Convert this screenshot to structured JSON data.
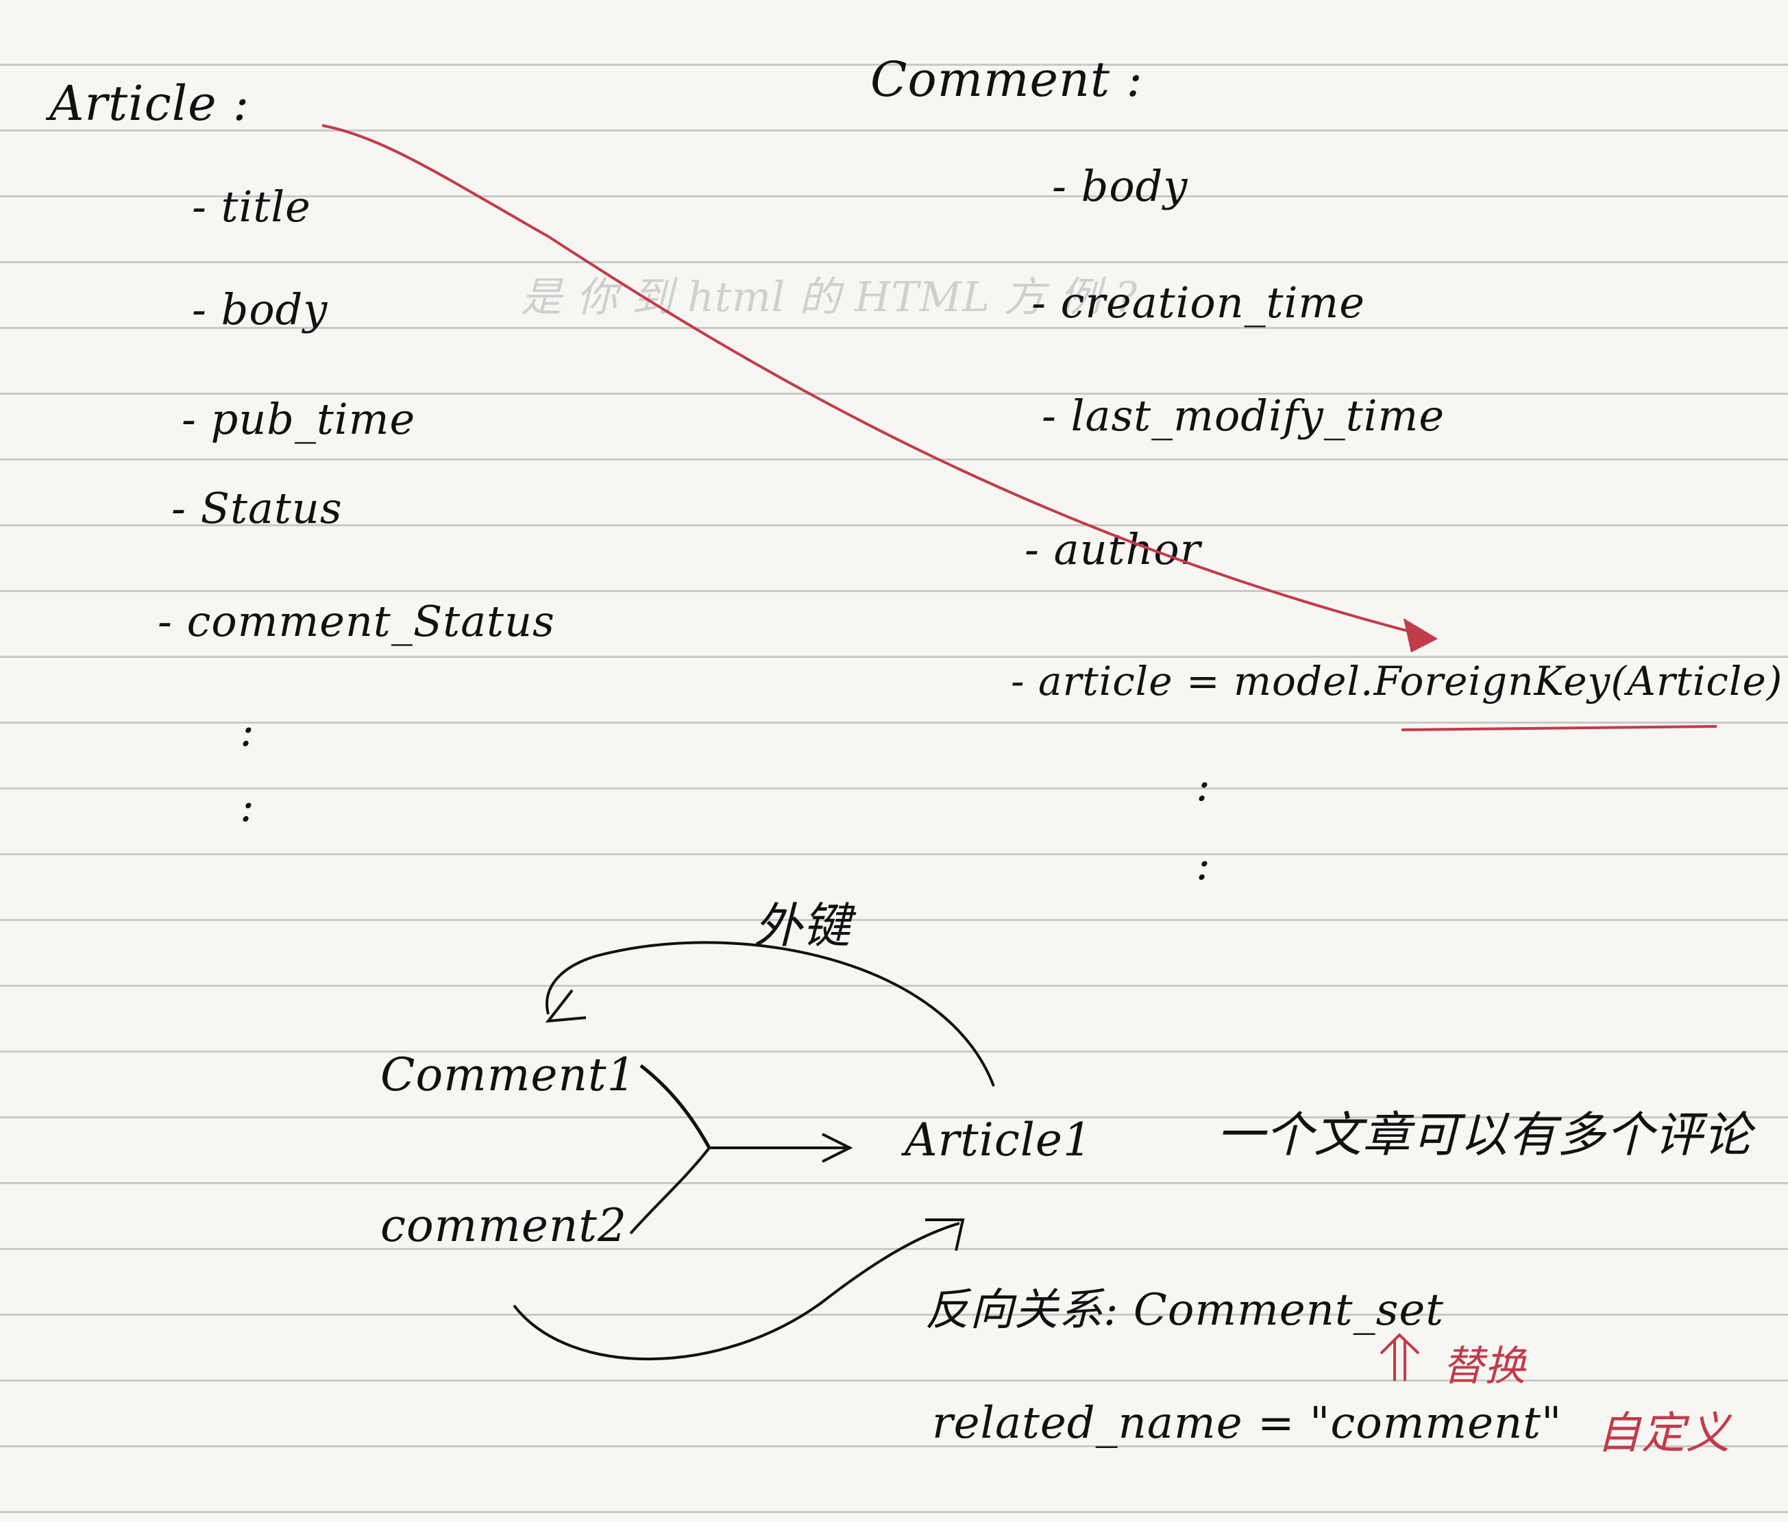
{
  "article": {
    "heading": "Article :",
    "fields": [
      "- title",
      "- body",
      "- pub_time",
      "- Status",
      "- comment_Status"
    ],
    "ellipsis": ":"
  },
  "comment": {
    "heading": "Comment :",
    "fields": [
      "- body",
      "- creation_time",
      "- last_modify_time",
      "- author",
      "- article = model.ForeignKey(Article)"
    ],
    "ellipsis": ":"
  },
  "faint_bleed": "是 你 到 html 的 HTML 方 例 ?",
  "diagram": {
    "foreign_key_label": "外键",
    "comment1": "Comment1",
    "comment2": "comment2",
    "article1": "Article1",
    "one_to_many_note": "一个文章可以有多个评论",
    "reverse_relation": "反向关系: Comment_set",
    "replace_note": "替换",
    "related_name": "related_name = \"comment\"",
    "custom_note": "自定义"
  },
  "colors": {
    "ink": "#111111",
    "red_ink": "#c23b4a",
    "rule_lines": "#c9c9c9",
    "paper": "#f7f6f3"
  }
}
